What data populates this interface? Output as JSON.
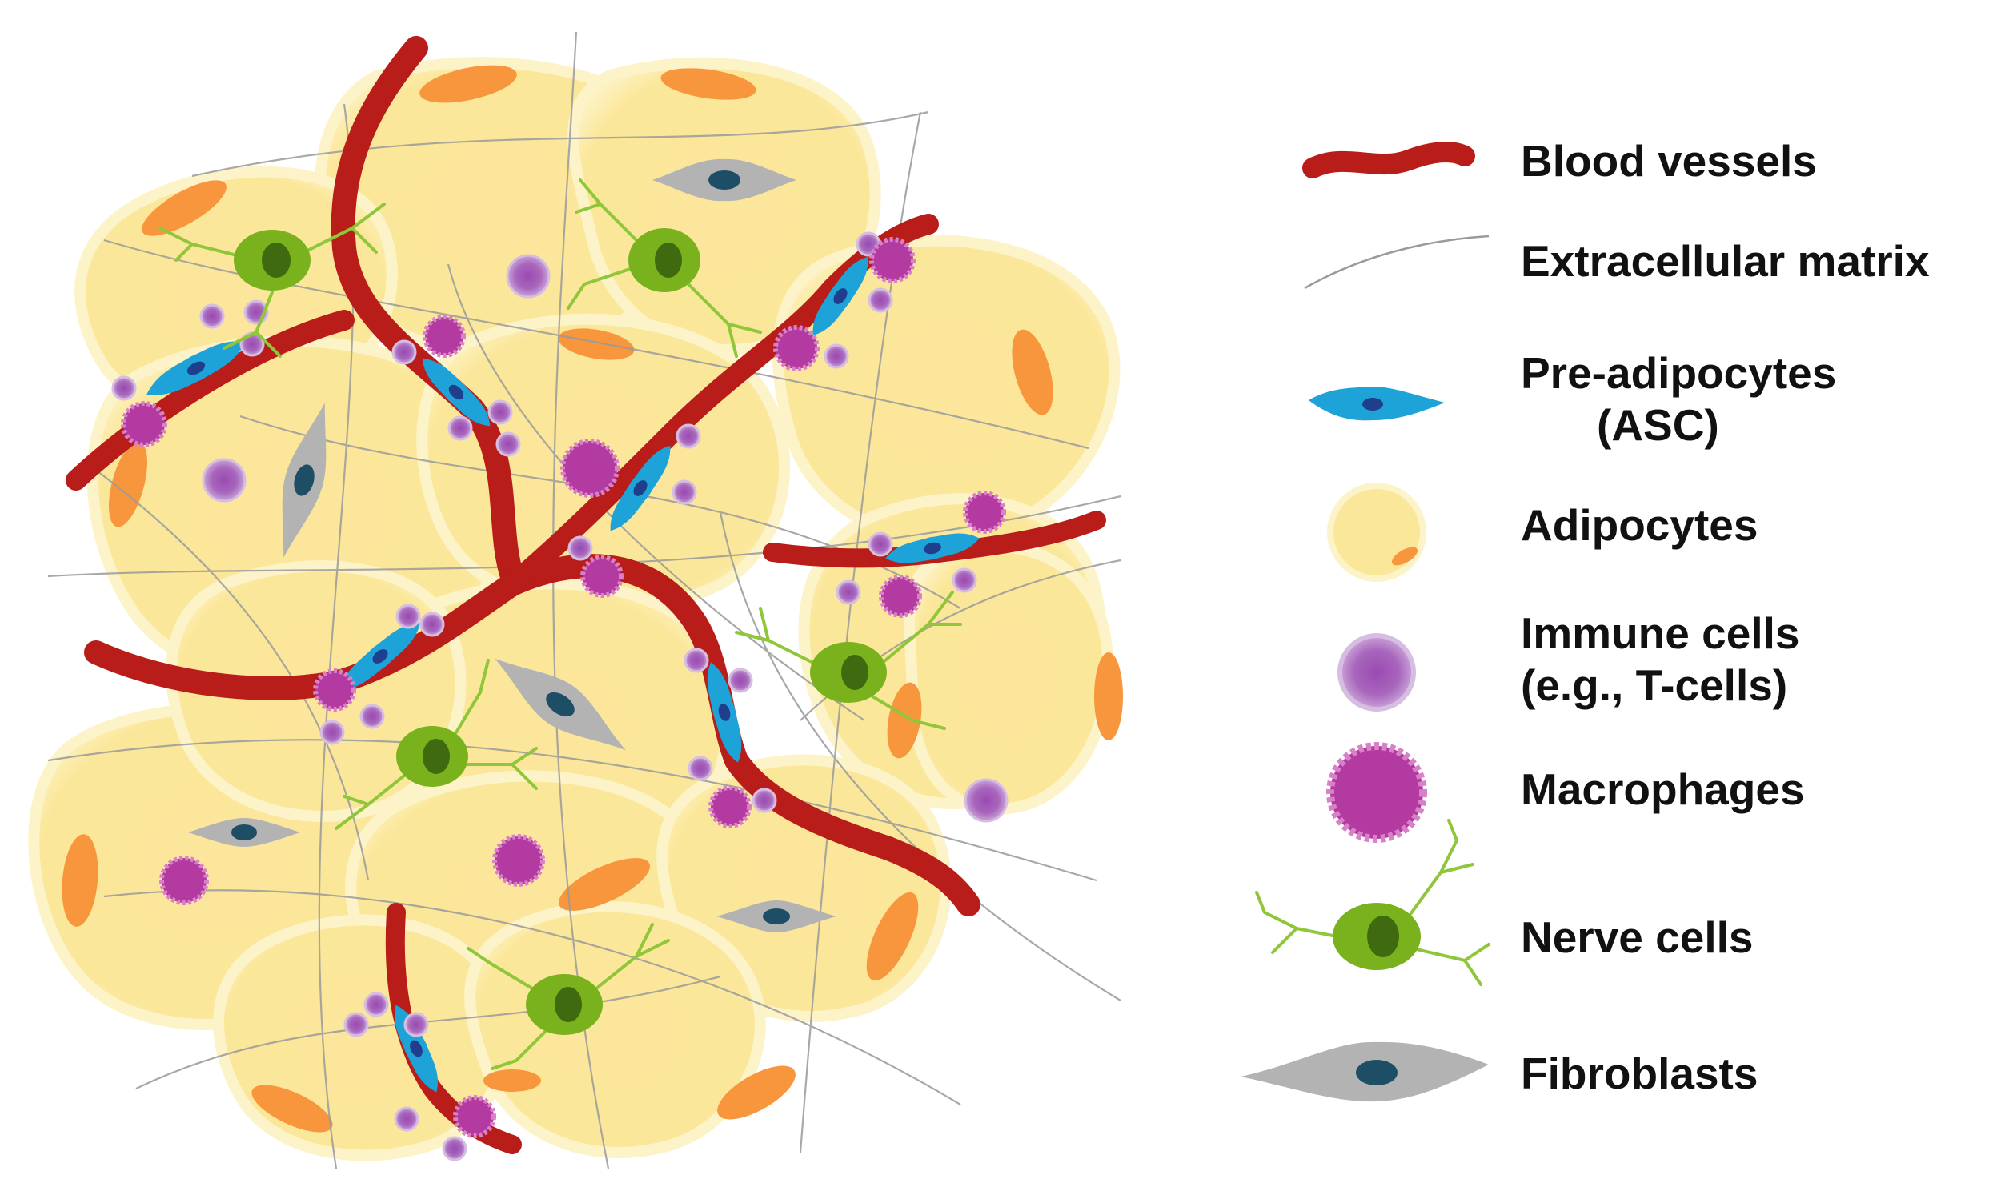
{
  "legend": {
    "blood_vessels": "Blood vessels",
    "ecm": "Extracellular matrix",
    "pre_adipocytes_line1": "Pre-adipocytes",
    "pre_adipocytes_line2": "(ASC)",
    "adipocytes": "Adipocytes",
    "immune_line1": "Immune cells",
    "immune_line2": "(e.g., T-cells)",
    "macrophages": "Macrophages",
    "nerve_cells": "Nerve cells",
    "fibroblasts": "Fibroblasts"
  },
  "colors": {
    "adipocyte_fill": "#fbe79a",
    "adipocyte_rim": "#fdf2c4",
    "nucleus_orange": "#f7963c",
    "blood_vessel": "#b81d1a",
    "pre_adipocyte": "#1ea3d8",
    "pre_adipocyte_nucleus": "#1f3f8c",
    "immune_cell": "#b987c8",
    "immune_core": "#7a2d8c",
    "macrophage": "#b33aa0",
    "nerve_cell": "#7ab21e",
    "nerve_nucleus": "#3f6a10",
    "fibroblast": "#b3b3b3",
    "fibroblast_nucleus": "#1e4e66",
    "ecm_line": "#9a9a9a"
  },
  "icons": [
    "blood-vessel-icon",
    "ecm-fiber-icon",
    "pre-adipocyte-icon",
    "adipocyte-icon",
    "immune-cell-icon",
    "macrophage-icon",
    "nerve-cell-icon",
    "fibroblast-icon"
  ]
}
